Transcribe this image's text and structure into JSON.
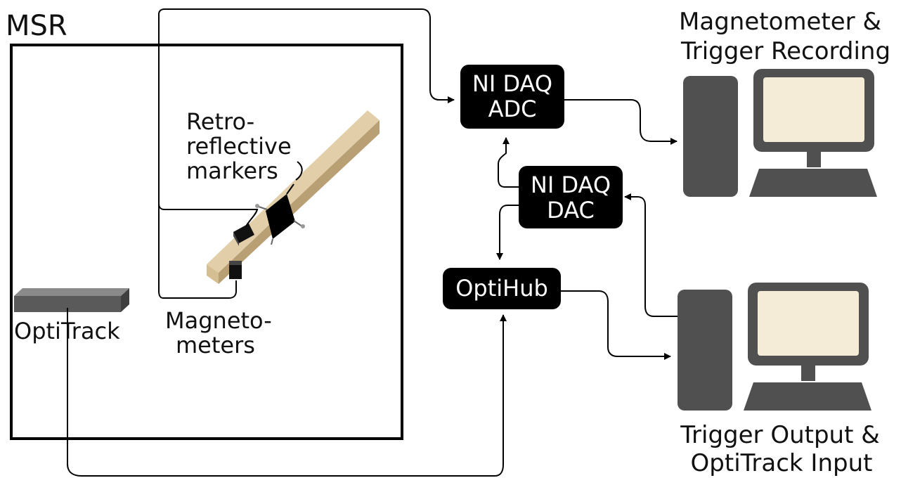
{
  "msr_label": "MSR",
  "optitrack_label": "OptiTrack",
  "retro_label": [
    "Retro-",
    "reflective",
    "markers"
  ],
  "magnetometers_label": [
    "Magneto-",
    "meters"
  ],
  "adc_box": [
    "NI DAQ",
    "ADC"
  ],
  "dac_box": [
    "NI DAQ",
    "DAC"
  ],
  "optihub_box": "OptiHub",
  "computer_top_label": [
    "Magnetometer &",
    "Trigger Recording"
  ],
  "computer_bottom_label": [
    "Trigger Output &",
    "OptiTrack Input"
  ],
  "colors": {
    "box_fill": "#000000",
    "computer_gray": "#505050",
    "screen_fill": "#f4ecd6",
    "beam_light": "#e2cfa9",
    "beam_dark": "#b99f74",
    "beam_mid": "#d6be93"
  }
}
